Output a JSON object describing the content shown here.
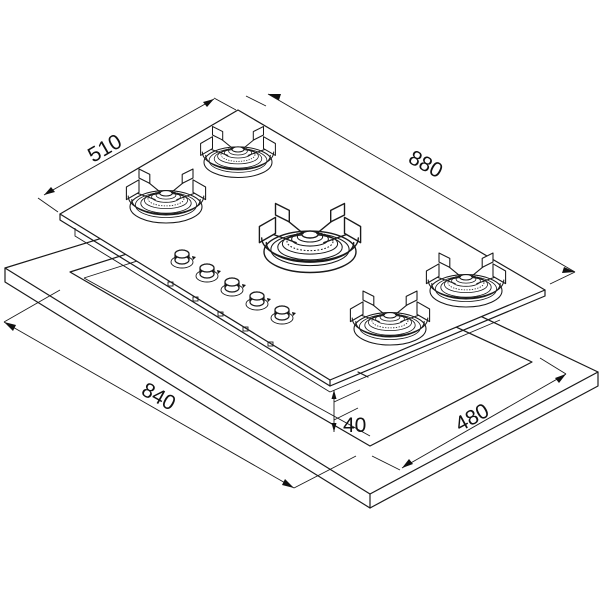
{
  "diagram": {
    "subject": "5-burner gas hob dimensional drawing",
    "units": "mm",
    "colors": {
      "line": "#1a1a1a",
      "background": "#ffffff"
    },
    "dimensions": {
      "hob_depth": "510",
      "hob_width": "880",
      "cutout_width": "840",
      "cutout_depth": "480",
      "hob_height": "40"
    },
    "burners": [
      {
        "name": "rear-left",
        "size": "small"
      },
      {
        "name": "front-left",
        "size": "medium"
      },
      {
        "name": "center-wok",
        "size": "large"
      },
      {
        "name": "rear-right",
        "size": "medium"
      },
      {
        "name": "front-right",
        "size": "medium"
      }
    ],
    "knob_count": 5
  }
}
